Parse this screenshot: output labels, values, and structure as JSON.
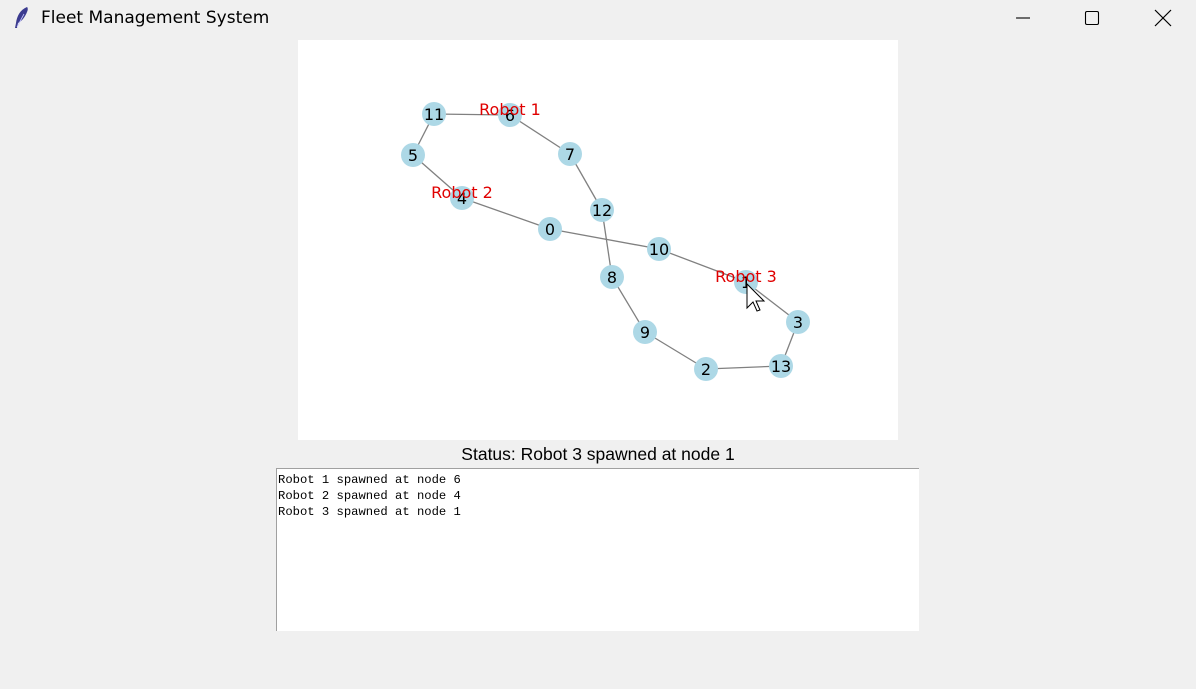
{
  "window": {
    "title": "Fleet Management System",
    "icon": "feather-icon",
    "controls": [
      "minimize-icon",
      "maximize-icon",
      "close-icon"
    ]
  },
  "graph": {
    "node_color": "#add8e6",
    "edge_color": "#808080",
    "robot_label_color": "#e00000",
    "nodes": [
      "0",
      "1",
      "2",
      "3",
      "4",
      "5",
      "6",
      "7",
      "8",
      "9",
      "10",
      "11",
      "12",
      "13"
    ],
    "edges": [
      [
        "11",
        "6"
      ],
      [
        "11",
        "5"
      ],
      [
        "5",
        "4"
      ],
      [
        "4",
        "0"
      ],
      [
        "0",
        "10"
      ],
      [
        "10",
        "1"
      ],
      [
        "1",
        "3"
      ],
      [
        "3",
        "13"
      ],
      [
        "13",
        "2"
      ],
      [
        "2",
        "9"
      ],
      [
        "9",
        "8"
      ],
      [
        "8",
        "12"
      ],
      [
        "12",
        "7"
      ],
      [
        "7",
        "6"
      ]
    ],
    "robots": [
      {
        "name": "Robot 1",
        "node": "6"
      },
      {
        "name": "Robot 2",
        "node": "4"
      },
      {
        "name": "Robot 3",
        "node": "1"
      }
    ]
  },
  "status": {
    "text": "Status: Robot 3 spawned at node 1"
  },
  "log": {
    "lines": [
      "Robot 1 spawned at node 6",
      "Robot 2 spawned at node 4",
      "Robot 3 spawned at node 1"
    ]
  }
}
